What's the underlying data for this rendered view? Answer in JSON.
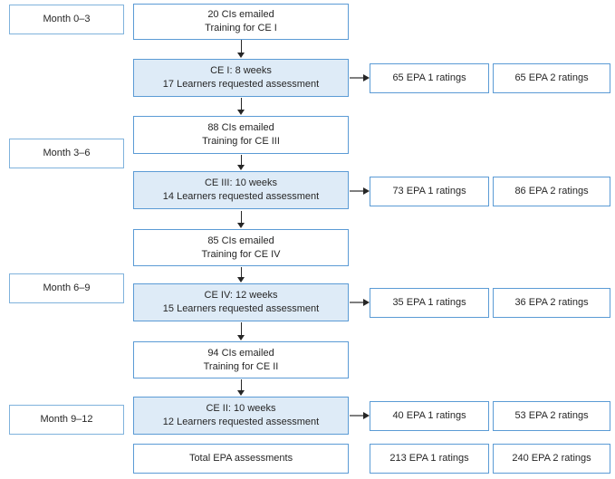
{
  "colors": {
    "box_border": "#5b9bd5",
    "month_border": "#7fb2dc",
    "ce_fill": "#deebf7",
    "arrow_dark": "#262626",
    "arrow_gray": "#7f7f7f",
    "text": "#262626"
  },
  "sections": [
    {
      "month_label": "Month 0–3",
      "training_line1": "20 CIs emailed",
      "training_line2": "Training for CE I",
      "ce_line1": "CE I: 8 weeks",
      "ce_line2": "17 Learners requested assessment",
      "epa1_label": "65 EPA 1 ratings",
      "epa2_label": "65 EPA 2 ratings"
    },
    {
      "month_label": "Month 3–6",
      "training_line1": "88 CIs emailed",
      "training_line2": "Training for CE III",
      "ce_line1": "CE III: 10 weeks",
      "ce_line2": "14 Learners requested assessment",
      "epa1_label": "73 EPA 1 ratings",
      "epa2_label": "86 EPA 2 ratings"
    },
    {
      "month_label": "Month 6–9",
      "training_line1": "85 CIs emailed",
      "training_line2": "Training for CE IV",
      "ce_line1": "CE IV: 12 weeks",
      "ce_line2": "15 Learners requested assessment",
      "epa1_label": "35 EPA 1 ratings",
      "epa2_label": "36 EPA 2 ratings"
    },
    {
      "month_label": "Month 9–12",
      "training_line1": "94 CIs emailed",
      "training_line2": "Training for CE II",
      "ce_line1": "CE II: 10 weeks",
      "ce_line2": "12 Learners requested assessment",
      "epa1_label": "40 EPA 1 ratings",
      "epa2_label": "53 EPA 2 ratings"
    }
  ],
  "totals": {
    "label": "Total EPA assessments",
    "epa1_label": "213 EPA 1 ratings",
    "epa2_label": "240 EPA 2 ratings"
  }
}
